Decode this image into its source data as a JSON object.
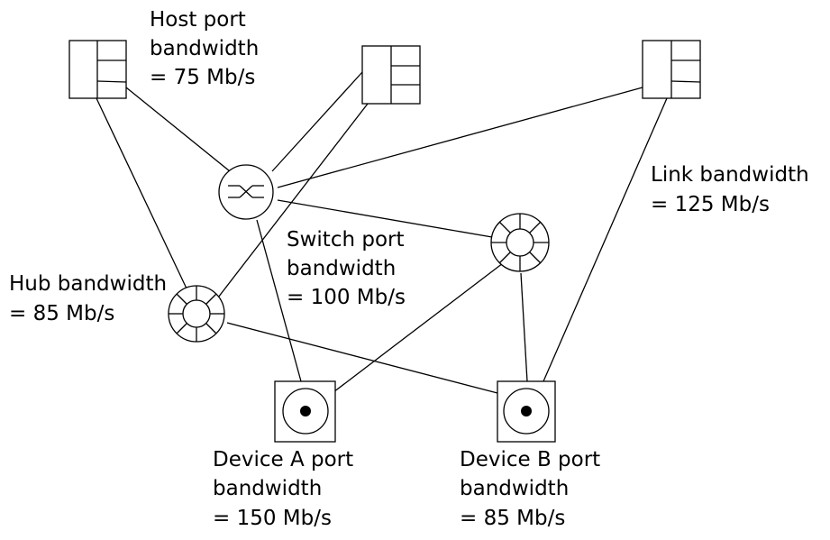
{
  "labels": {
    "host_port": [
      "Host port",
      "bandwidth",
      "= 75 Mb/s"
    ],
    "link": [
      "Link bandwidth",
      "= 125 Mb/s"
    ],
    "switch_port": [
      "Switch port",
      "bandwidth",
      "= 100 Mb/s"
    ],
    "hub": [
      "Hub bandwidth",
      "= 85 Mb/s"
    ],
    "device_a": [
      "Device A port",
      "bandwidth",
      "= 150 Mb/s"
    ],
    "device_b": [
      "Device B port",
      "bandwidth",
      "= 85 Mb/s"
    ]
  }
}
